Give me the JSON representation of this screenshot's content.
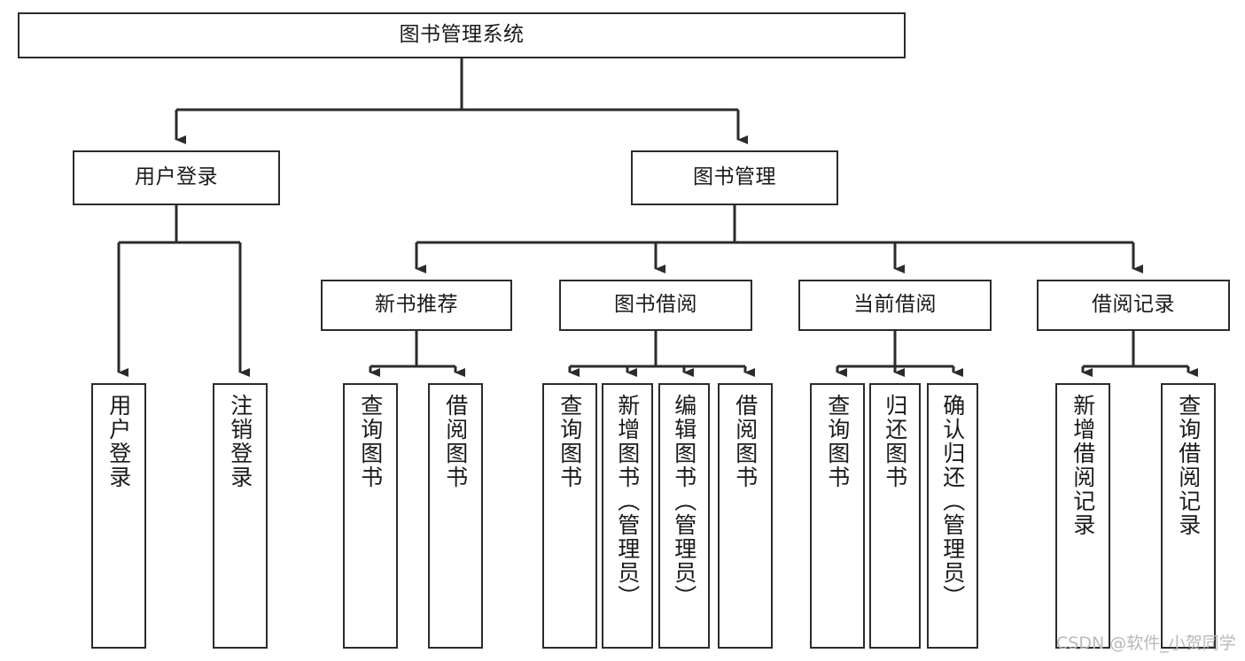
{
  "diagram": {
    "type": "tree-hierarchy",
    "title": "图书管理系统",
    "orientation": "top-down",
    "colors": {
      "stroke": "#2b2b2b",
      "fill": "#ffffff",
      "text": "#1a1a1a",
      "watermark": "#b9b9b9"
    },
    "levels": [
      {
        "level": 1,
        "nodes": [
          {
            "id": "root",
            "label": "图书管理系统"
          }
        ]
      },
      {
        "level": 2,
        "nodes": [
          {
            "id": "user-login",
            "label": "用户登录",
            "parent": "root"
          },
          {
            "id": "book-mgmt",
            "label": "图书管理",
            "parent": "root"
          }
        ]
      },
      {
        "level": 3,
        "nodes": [
          {
            "id": "new-book-rec",
            "label": "新书推荐",
            "parent": "book-mgmt"
          },
          {
            "id": "book-borrow",
            "label": "图书借阅",
            "parent": "book-mgmt"
          },
          {
            "id": "current-borrow",
            "label": "当前借阅",
            "parent": "book-mgmt"
          },
          {
            "id": "borrow-record",
            "label": "借阅记录",
            "parent": "book-mgmt"
          }
        ]
      },
      {
        "level": 4,
        "nodes": [
          {
            "id": "leaf-user-login",
            "label": "用户登录",
            "parent": "user-login"
          },
          {
            "id": "leaf-user-logout",
            "label": "注销登录",
            "parent": "user-login"
          },
          {
            "id": "leaf-rec-query",
            "label": "查询图书",
            "parent": "new-book-rec"
          },
          {
            "id": "leaf-rec-borrow",
            "label": "借阅图书",
            "parent": "new-book-rec"
          },
          {
            "id": "leaf-borrow-query",
            "label": "查询图书",
            "parent": "book-borrow"
          },
          {
            "id": "leaf-borrow-add",
            "label": "新增图书（管理员）",
            "parent": "book-borrow"
          },
          {
            "id": "leaf-borrow-edit",
            "label": "编辑图书（管理员）",
            "parent": "book-borrow"
          },
          {
            "id": "leaf-borrow-lend",
            "label": "借阅图书",
            "parent": "book-borrow"
          },
          {
            "id": "leaf-cur-query",
            "label": "查询图书",
            "parent": "current-borrow"
          },
          {
            "id": "leaf-cur-return",
            "label": "归还图书",
            "parent": "current-borrow"
          },
          {
            "id": "leaf-cur-confirm",
            "label": "确认归还（管理员）",
            "parent": "current-borrow"
          },
          {
            "id": "leaf-rec-add",
            "label": "新增借阅记录",
            "parent": "borrow-record"
          },
          {
            "id": "leaf-rec-search",
            "label": "查询借阅记录",
            "parent": "borrow-record"
          }
        ]
      }
    ]
  },
  "watermark": {
    "text": "CSDN @软件_小贺同学"
  }
}
